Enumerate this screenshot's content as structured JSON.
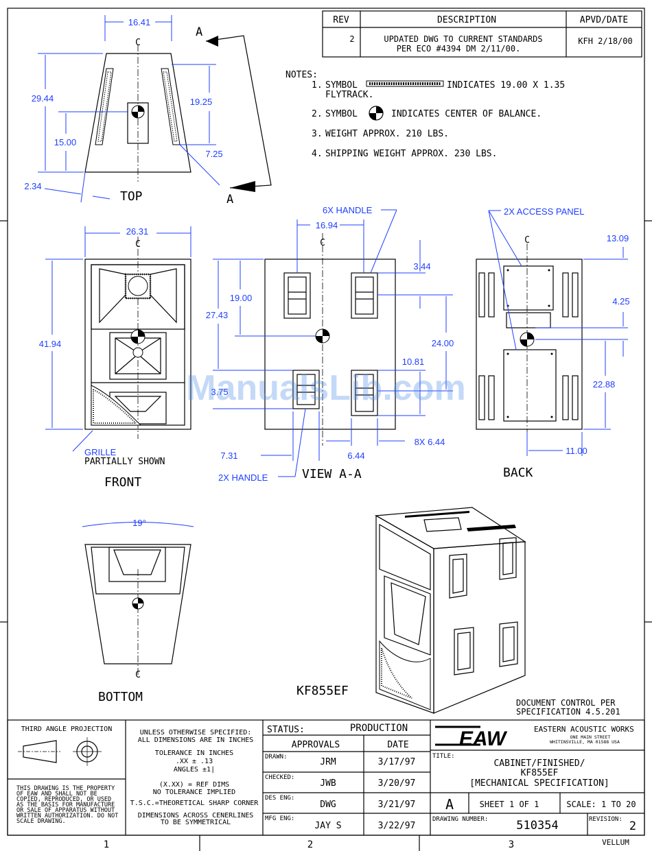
{
  "revision_table": {
    "headers": {
      "rev": "REV",
      "description": "DESCRIPTION",
      "approved": "APVD/DATE"
    },
    "rev": "2",
    "description_line1": "UPDATED DWG TO CURRENT STANDARDS",
    "description_line2": "PER ECO #4394 DM 2/11/00.",
    "approved": "KFH 2/18/00"
  },
  "notes": {
    "label": "NOTES:",
    "items": [
      {
        "num": "1.",
        "text_before": "SYMBOL",
        "text_after": "INDICATES 19.00 X 1.35",
        "text_line2": "FLYTRACK."
      },
      {
        "num": "2.",
        "text_before": "SYMBOL",
        "text_after": "INDICATES CENTER OF BALANCE."
      },
      {
        "num": "3.",
        "text": "WEIGHT APPROX. 210 LBS."
      },
      {
        "num": "4.",
        "text": "SHIPPING WEIGHT APPROX. 230 LBS."
      }
    ]
  },
  "views": {
    "top": {
      "label": "TOP",
      "section_mark": "A",
      "centerline": "C"
    },
    "front": {
      "label": "FRONT",
      "grille_label": "GRILLE",
      "grille_label2": "PARTIALLY SHOWN"
    },
    "view_aa": {
      "label": "VIEW A-A",
      "handle6": "6X HANDLE",
      "handle2": "2X HANDLE"
    },
    "back": {
      "label": "BACK",
      "access_panel": "2X ACCESS PANEL"
    },
    "bottom": {
      "label": "BOTTOM"
    },
    "iso": {
      "label": "KF855EF"
    }
  },
  "dimensions": {
    "top": {
      "width": "16.41",
      "height": "29.44",
      "flytrack_len": "19.25",
      "flytrack_off": "15.00",
      "edge": "7.25",
      "rear": "2.34"
    },
    "front": {
      "width": "26.31",
      "height": "41.94"
    },
    "view_aa": {
      "w": "16.94",
      "h1": "19.00",
      "h2": "27.43",
      "h3": "3.44",
      "h4": "24.00",
      "h5": "10.81",
      "h6": "3.75",
      "left": "7.31",
      "handle": "6.44",
      "handle8": "8X 6.44"
    },
    "back": {
      "top": "13.09",
      "mid": "4.25",
      "low": "22.88",
      "w": "11.00"
    },
    "bottom": {
      "angle": "19°"
    }
  },
  "doc_control": {
    "line1": "DOCUMENT CONTROL PER",
    "line2": "SPECIFICATION 4.5.201"
  },
  "title_block": {
    "projection": "THIRD ANGLE PROJECTION",
    "property_text": [
      "THIS DRAWING IS THE PROPERTY",
      "OF EAW AND SHALL NOT BE",
      "COPIED, REPRODUCED, OR USED",
      "AS THE BASIS FOR MANUFACTURE",
      "OR SALE OF APPARATUS WITHOUT",
      "WRITTEN AUTHORIZATION. DO NOT",
      "SCALE DRAWING."
    ],
    "tolerance_text": [
      "UNLESS OTHERWISE SPECIFIED:",
      "ALL DIMENSIONS ARE IN INCHES",
      "",
      "TOLERANCE IN INCHES",
      ".XX ± .13",
      "ANGLES ±1|",
      "",
      "(X.XX) = REF DIMS",
      "NO TOLERANCE IMPLIED",
      "T.S.C.=THEORETICAL SHARP CORNER",
      "DIMENSIONS ACROSS CENERLINES",
      "TO BE SYMMETRICAL"
    ],
    "status_label": "STATUS:",
    "status": "PRODUCTION",
    "approvals_label": "APPROVALS",
    "date_label": "DATE",
    "approvals": [
      {
        "role": "DRAWN:",
        "name": "JRM",
        "date": "3/17/97"
      },
      {
        "role": "CHECKED:",
        "name": "JWB",
        "date": "3/20/97"
      },
      {
        "role": "DES ENG:",
        "name": "DWG",
        "date": "3/21/97"
      },
      {
        "role": "MFG ENG:",
        "name": "JAY S",
        "date": "3/22/97"
      }
    ],
    "company_logo": "EAW",
    "company_name": "EASTERN ACOUSTIC WORKS",
    "company_addr1": "ONE MAIN STREET",
    "company_addr2": "WHITINSVILLE, MA 01588 USA",
    "title_label": "TITLE:",
    "title_line1": "CABINET/FINISHED/",
    "title_line2": "KF855EF",
    "title_line3": "[MECHANICAL SPECIFICATION]",
    "size": "A",
    "sheet": "SHEET 1 OF 1",
    "scale": "SCALE: 1 TO 20",
    "drawing_number_label": "DRAWING NUMBER:",
    "drawing_number": "510354",
    "revision_label": "REVISION:",
    "revision": "2",
    "vellum": "VELLUM",
    "zones": [
      "1",
      "2",
      "3"
    ]
  },
  "watermark": "ManualsLib.com"
}
